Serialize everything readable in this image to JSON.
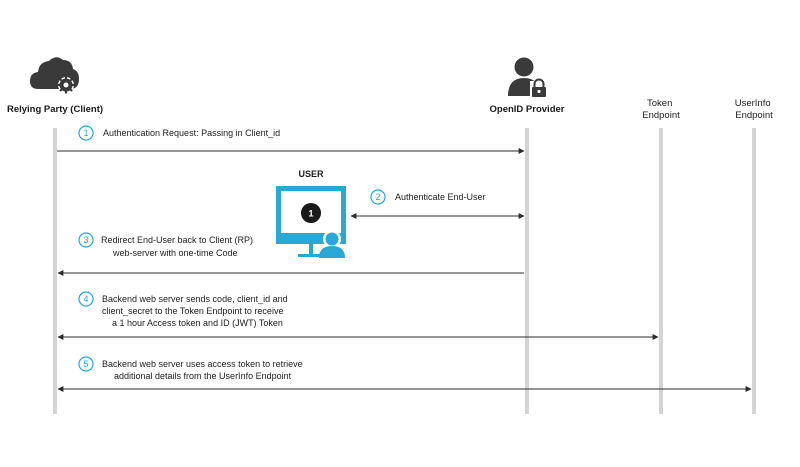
{
  "actors": {
    "relying_party": "Relying Party (Client)",
    "openid_provider": "OpenID Provider",
    "token_endpoint": [
      "Token",
      "Endpoint"
    ],
    "userinfo_endpoint": [
      "UserInfo",
      "Endpoint"
    ]
  },
  "user_label": "USER",
  "user_screen_number": "1",
  "steps": [
    {
      "number": "1",
      "lines": [
        "Authentication Request: Passing in Client_id"
      ]
    },
    {
      "number": "2",
      "lines": [
        "Authenticate End-User"
      ]
    },
    {
      "number": "3",
      "lines": [
        "Redirect End-User back to Client (RP)",
        "web-server with one-time Code"
      ]
    },
    {
      "number": "4",
      "lines": [
        "Backend web server sends code, client_id and",
        "client_secret to the Token Endpoint to receive",
        "a 1 hour Access token and ID (JWT) Token"
      ]
    },
    {
      "number": "5",
      "lines": [
        "Backend web server uses access token to retrieve",
        "additional details from the UserInfo Endpoint"
      ]
    }
  ],
  "colors": {
    "lifeline": "#d4d4d4",
    "arrow": "#2b2b2b",
    "accent": "#29a8d6",
    "icon_dark": "#3a3a3a"
  }
}
